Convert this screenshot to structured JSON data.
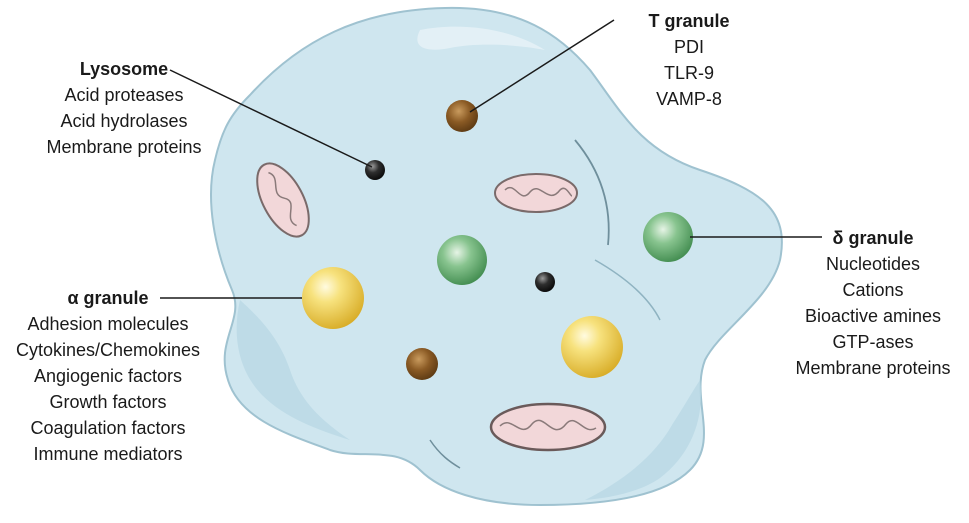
{
  "colors": {
    "cell_fill": "#cfe6ef",
    "cell_outline": "#9fc2d0",
    "cell_shadow": "#b7d6e3",
    "mitochondria": "#f2d7d9",
    "alpha_granule": "#f2d25c",
    "delta_granule": "#6fb27a",
    "t_granule": "#8a5a24",
    "lysosome": "#2a2a2a",
    "text": "#1a1a1a"
  },
  "labels": {
    "lysosome": {
      "title": "Lysosome",
      "items": [
        "Acid proteases",
        "Acid hydrolases",
        "Membrane proteins"
      ]
    },
    "t_granule": {
      "title": "T granule",
      "items": [
        "PDI",
        "TLR-9",
        "VAMP-8"
      ]
    },
    "delta_granule": {
      "title": "δ granule",
      "items": [
        "Nucleotides",
        "Cations",
        "Bioactive amines",
        "GTP-ases",
        "Membrane proteins"
      ]
    },
    "alpha_granule": {
      "title": "α granule",
      "items": [
        "Adhesion molecules",
        "Cytokines/Chemokines",
        "Angiogenic factors",
        "Growth factors",
        "Coagulation factors",
        "Immune mediators"
      ]
    }
  }
}
